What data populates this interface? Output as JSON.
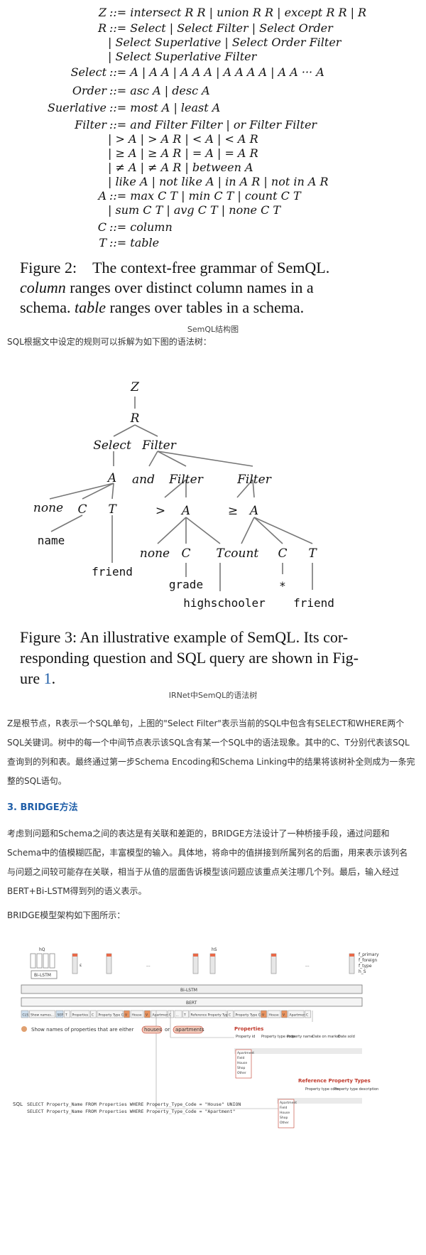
{
  "grammar": {
    "lines": [
      {
        "lhs": "Z",
        "rhs": "::= intersect R R | union R R | except R R | R"
      },
      {
        "lhs": "R",
        "rhs": "::= Select | Select Filter | Select Order"
      },
      {
        "lhs": "",
        "rhs": "| Select Superlative | Select Order Filter"
      },
      {
        "lhs": "",
        "rhs": "| Select Superlative Filter"
      },
      {
        "lhs": "Select",
        "rhs": "::= A | A A | A A A | A A A A | A A ··· A"
      },
      {
        "lhs": "Order",
        "rhs": "::= asc A | desc A"
      },
      {
        "lhs": "Suerlative",
        "rhs": "::= most A | least A"
      },
      {
        "lhs": "Filter",
        "rhs": "::= and Filter Filter | or Filter Filter"
      },
      {
        "lhs": "",
        "rhs": "| > A  | > A R  | < A  | < A R"
      },
      {
        "lhs": "",
        "rhs": "| ≥ A  | ≥ A R  | = A  | = A R"
      },
      {
        "lhs": "",
        "rhs": "| ≠ A  | ≠ A R  | between A"
      },
      {
        "lhs": "",
        "rhs": "| like A  | not like A | in A R | not in A R"
      },
      {
        "lhs": "A",
        "rhs": "::= max C T | min C T | count C T"
      },
      {
        "lhs": "",
        "rhs": "| sum C T | avg C T | none C T"
      },
      {
        "lhs": "C",
        "rhs": "::= column"
      },
      {
        "lhs": "T",
        "rhs": "::= table"
      }
    ]
  },
  "figure2": {
    "prefix": "Figure 2:",
    "text": "The context-free grammar of SemQL.",
    "column_word": "column",
    "line2_rest": "ranges over distinct column names in a",
    "line3_start": "schema.",
    "table_word": "table",
    "line3_rest": "ranges over tables in a schema."
  },
  "caption1": "SemQL结构图",
  "intro1": "SQL根据文中设定的规则可以拆解为如下图的语法树：",
  "tree": {
    "Z": "Z",
    "R": "R",
    "Select": "Select",
    "Filter": "Filter",
    "A1": "A",
    "and": "and",
    "Filter2": "Filter",
    "Filter3": "Filter",
    "none1": "none",
    "C1": "C",
    "T1": "T",
    "gt": ">",
    "A2": "A",
    "ge": "≥",
    "A3": "A",
    "name": "name",
    "friend1": "friend",
    "none2": "none",
    "C2": "C",
    "T2": "T",
    "count": "count",
    "C3": "C",
    "T3": "T",
    "grade": "grade",
    "star": "*",
    "highschooler": "highschooler",
    "friend2": "friend"
  },
  "figure3": {
    "line1": "Figure 3:   An illustrative example of SemQL. Its cor-",
    "line2": "responding question and SQL query are shown in Fig-",
    "line3_pre": "ure ",
    "line3_ref": "1",
    "line3_post": "."
  },
  "caption2": "IRNet中SemQL的语法树",
  "para1": "Z是根节点，R表示一个SQL单句，上图的\"Select Filter\"表示当前的SQL中包含有SELECT和WHERE两个SQL关键词。树中的每一个中间节点表示该SQL含有某一个SQL中的语法现象。其中的C、T分别代表该SQL查询到的列和表。最终通过第一步Schema Encoding和Schema Linking中的结果将该树补全则成为一条完整的SQL语句。",
  "heading3": "3. BRIDGE方法",
  "para2": "考虑到问题和Schema之间的表达是有关联和差距的，BRIDGE方法设计了一种桥接手段，通过问题和Schema中的值模糊匹配，丰富模型的输入。具体地，将命中的值拼接到所属列名的后面，用来表示该列名与问题之间较可能存在关联，相当于从值的层面告诉模型该问题应该重点关注哪几个列。最后，输入经过BERT+Bi-LSTM得到列的语义表示。",
  "para3": "BRIDGE模型架构如下图所示：",
  "bridge": {
    "hQ": "hQ",
    "hS": "hS",
    "biLstmSmall": "Bi-LSTM",
    "biLstm": "Bi-LSTM",
    "bert": "BERT",
    "right_labels": [
      "f_primary",
      "f_foreign",
      "f_type",
      "h_S"
    ],
    "tokens": [
      "CLS",
      "Show names...",
      "SEP",
      "T",
      "Properties",
      "C",
      "Property Type Code",
      "V",
      "House",
      "V",
      "Apartment",
      "C",
      "...",
      "T",
      "Reference Property Types",
      "C",
      "Property Type Code",
      "V",
      "House",
      "V",
      "Apartment",
      "C"
    ],
    "question_pre": "Show names of properties that are either",
    "q_houses": "houses",
    "q_or": "or",
    "q_apartments": "apartments",
    "props_title": "Properties",
    "props_cols": [
      "Property id",
      "Property type code",
      "Property name",
      "Date on market",
      "Date sold"
    ],
    "props_values": [
      "Apartment",
      "Field",
      "House",
      "Shop",
      "Other"
    ],
    "ref_title": "Reference Property Types",
    "ref_cols": [
      "Property type code",
      "Property type description"
    ],
    "ref_values": [
      "Apartment",
      "Field",
      "House",
      "Shop",
      "Other"
    ],
    "sql_label": "SQL",
    "sql1": "SELECT Property_Name FROM Properties WHERE Property_Type_Code = \"House\" UNION",
    "sql2": "SELECT Property_Name FROM Properties WHERE Property_Type_Code = \"Apartment\"",
    "dots": "...",
    "eps": "ε"
  },
  "colors": {
    "accent": "#1f5ea8",
    "highlight": "#f2c8b8",
    "union": "#d0322b",
    "link_red": "#c0392b"
  }
}
